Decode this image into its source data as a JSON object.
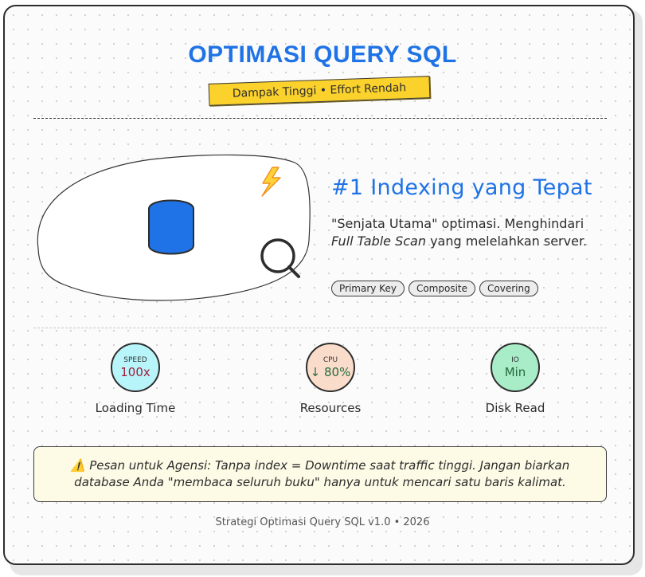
{
  "header": {
    "title": "OPTIMASI QUERY SQL",
    "badge": "Dampak Tinggi • Effort Rendah"
  },
  "feature": {
    "title": "#1 Indexing yang Tepat",
    "desc_part1": "\"Senjata Utama\" optimasi. Menghindari ",
    "desc_em": "Full Table Scan",
    "desc_part2": " yang melelahkan server.",
    "tags": [
      "Primary Key",
      "Composite",
      "Covering"
    ],
    "illustration": {
      "icons": [
        "database-icon",
        "lightning-icon",
        "magnifier-icon"
      ],
      "database_color": "#1f73e6"
    }
  },
  "metrics": [
    {
      "label": "SPEED",
      "value": "100x",
      "caption": "Loading Time",
      "bg": "#b8f5fa",
      "color": "#a11d3a"
    },
    {
      "label": "CPU",
      "value": "↓ 80%",
      "caption": "Resources",
      "bg": "#fadccb",
      "color": "#236b3a"
    },
    {
      "label": "IO",
      "value": "Min",
      "caption": "Disk Read",
      "bg": "#a8ecc8",
      "color": "#236b3a"
    }
  ],
  "alert": {
    "icon": "⚠️",
    "text": "Pesan untuk Agensi: Tanpa index = Downtime saat traffic tinggi. Jangan biarkan database Anda \"membaca seluruh buku\" hanya untuk mencari satu baris kalimat."
  },
  "footer": {
    "text": "Strategi Optimasi Query SQL v1.0 • 2026"
  },
  "colors": {
    "accent": "#1f73e6",
    "badge": "#fbd12c",
    "alert_bg": "#fdfbe6"
  }
}
